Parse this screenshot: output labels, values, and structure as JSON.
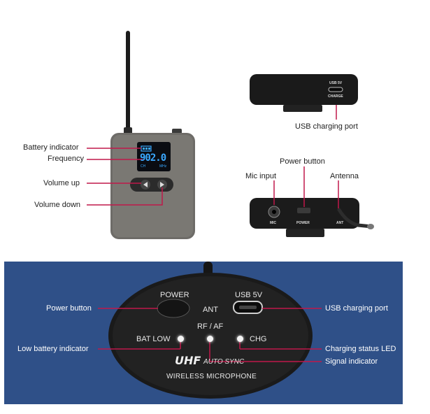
{
  "top_labels": {
    "battery_indicator": "Battery indicator",
    "frequency": "Frequency",
    "volume_up": "Volume up",
    "volume_down": "Volume down",
    "usb_charging_port": "USB charging port",
    "power_button": "Power button",
    "mic_input": "Mic input",
    "antenna": "Antenna"
  },
  "device_markings": {
    "usb_5v": "USB 5V",
    "charge": "CHARGE",
    "mic": "MIC",
    "power": "POWER",
    "ant": "ANT"
  },
  "display": {
    "digits": "902.0",
    "ch": "CH",
    "mhz": "MHz"
  },
  "panel_labels": {
    "power_button": "Power button",
    "low_battery_indicator": "Low battery indicator",
    "usb_charging_port": "USB charging port",
    "charging_status_led": "Charging status LED",
    "signal_indicator": "Signal indicator"
  },
  "panel_markings": {
    "power": "POWER",
    "usb_5v": "USB 5V",
    "ant": "ANT",
    "rf_af": "RF / AF",
    "bat_low": "BAT LOW",
    "chg": "CHG",
    "uhf": "UHF",
    "auto_sync": "AUTO SYNC",
    "wireless_microphone": "WIRELESS MICROPHONE"
  },
  "colors": {
    "callout_line": "#c0184a",
    "panel_bg": "#2f5088",
    "device_body": "#6e6c68",
    "screen_text": "#3aa8ff"
  }
}
